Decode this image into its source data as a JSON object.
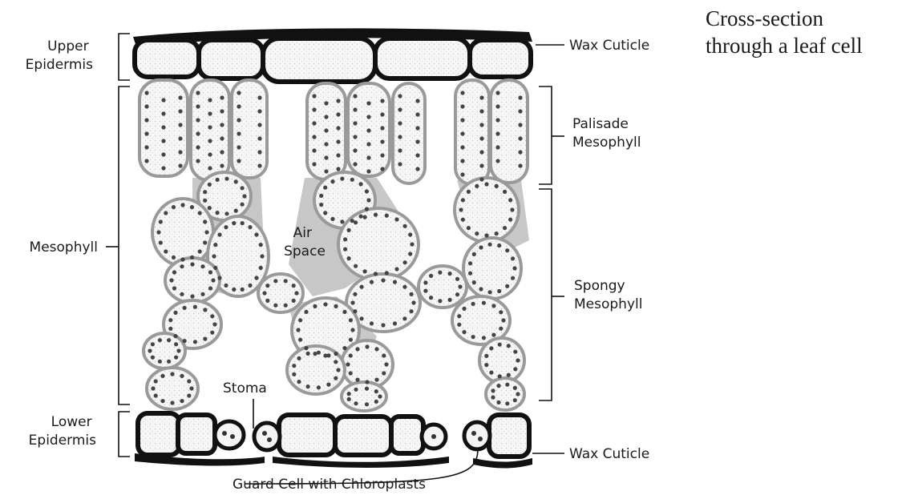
{
  "caption": {
    "line1": "Cross-section",
    "line2": "through a leaf cell"
  },
  "labels": {
    "upper_epidermis": [
      "Upper",
      "Epidermis"
    ],
    "mesophyll": "Mesophyll",
    "lower_epidermis": [
      "Lower",
      "Epidermis"
    ],
    "wax_cuticle_top": "Wax Cuticle",
    "palisade_mesophyll": [
      "Palisade",
      "Mesophyll"
    ],
    "spongy_mesophyll": [
      "Spongy",
      "Mesophyll"
    ],
    "air_space": [
      "Air",
      "Space"
    ],
    "stoma": "Stoma",
    "wax_cuticle_bottom": "Wax Cuticle",
    "guard_cell": "Guard Cell with Chloroplasts"
  },
  "colors": {
    "ink": "#111111",
    "cell_fill": "#f4f4f4",
    "cell_stroke": "#9a9a9a",
    "chloroplast": "#444444",
    "intercellular": "#8c8c8c"
  }
}
